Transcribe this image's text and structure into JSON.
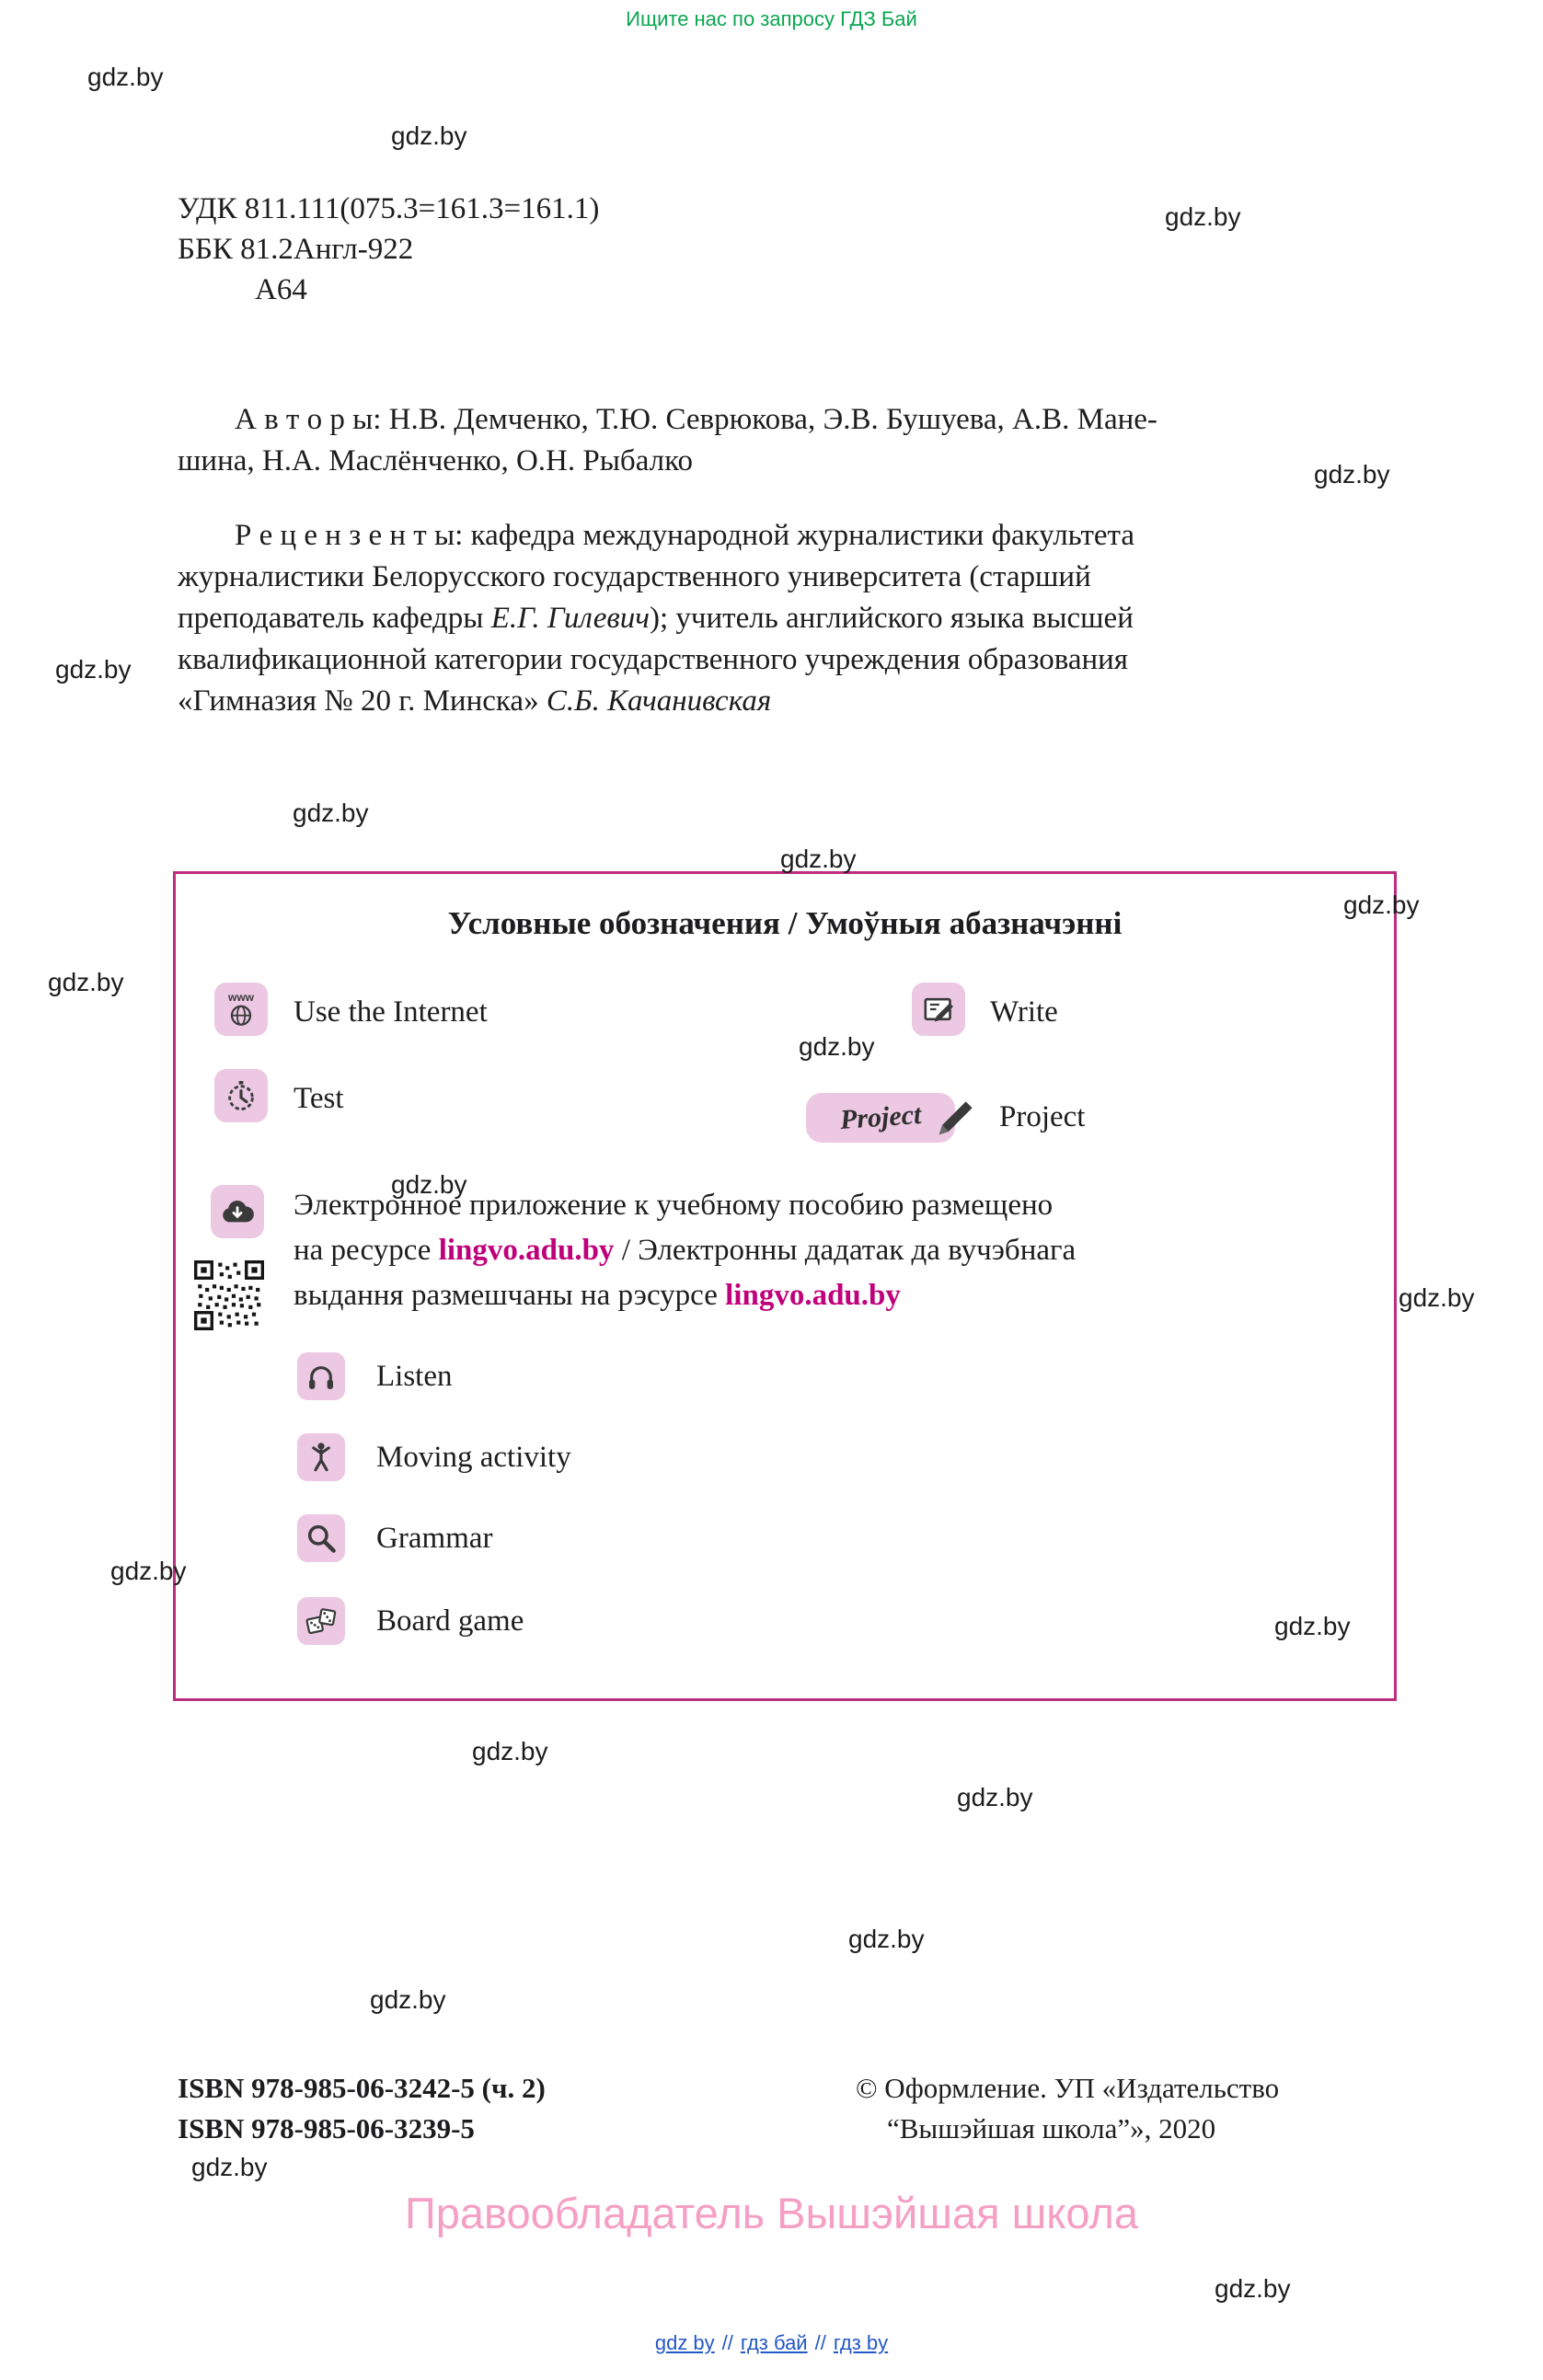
{
  "banner": {
    "text": "Ищите нас по запросу ГДЗ Бай"
  },
  "watermark": {
    "text": "gdz.by"
  },
  "biblio": {
    "udk": "УДК 811.111(075.3=161.3=161.1)",
    "bbk": "ББК 81.2Англ-922",
    "code": "А64"
  },
  "authors": {
    "text": "А в т о р ы: Н.В. Демченко, Т.Ю. Севрюкова, Э.В. Бушуева, А.В. Мане-\nшина, Н.А. Маслёнченко, О.Н. Рыбалко"
  },
  "reviewers": {
    "part1": "Р е ц е н з е н т ы: кафедра международной журналистики факультета\nжурналистики Белорусского государственного университета (старший\nпреподаватель кафедры ",
    "italic1": "Е.Г. Гилевич",
    "part2": "); учитель английского языка высшей\nквалификационной категории государственного учреждения образования\n«Гимназия № 20 г. Минска» ",
    "italic2": "С.Б. Качанивская"
  },
  "legend": {
    "title": "Условные обозначения / Умоўныя абазначэнні",
    "internet_label": "Use the Internet",
    "write_label": "Write",
    "test_label": "Test",
    "project_label": "Project",
    "project_badge": "Project",
    "listen_label": "Listen",
    "moving_label": "Moving activity",
    "grammar_label": "Grammar",
    "board_label": "Board game",
    "www_badge": "www",
    "eapp": {
      "part1": "Электронное приложение к учебному пособию размещено\nна ресурсе ",
      "link1": "lingvo.adu.by",
      "part2": " / Электронны дадатак да вучэбнага\nвыдання размешчаны на рэсурсе ",
      "link2": "lingvo.adu.by"
    }
  },
  "imprint": {
    "isbn1": "ISBN 978-985-06-3242-5 (ч. 2)",
    "isbn2": "ISBN 978-985-06-3239-5",
    "copyright1": "© Оформление. УП «Издательство",
    "copyright2": "“Вышэйшая школа”», 2020",
    "rights": "Правообладатель Вышэйшая школа"
  },
  "footer": {
    "links": [
      "gdz by",
      "гдз бай",
      "гдз by"
    ],
    "sep": "//"
  },
  "colors": {
    "accent_magenta": "#bc2e7e",
    "icon_bg_pink": "#ecc8e3",
    "link_magenta": "#c0007a",
    "rights_pink": "#f59fc4",
    "banner_green": "#0ca551",
    "footer_blue": "#2457c5"
  }
}
